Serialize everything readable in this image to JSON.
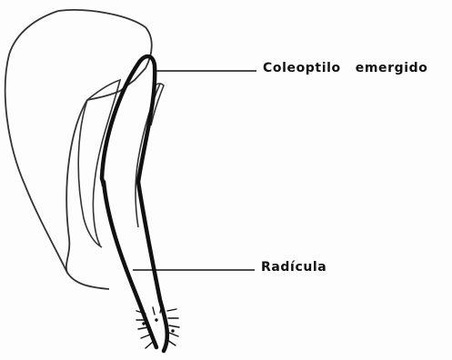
{
  "labels": {
    "coleoptile_word1": "Coleoptilo",
    "coleoptile_word2": "emergido",
    "radicle": "Radícula"
  },
  "colors": {
    "ink": "#111111",
    "outline": "#333333",
    "background": "#fdfdfd"
  }
}
